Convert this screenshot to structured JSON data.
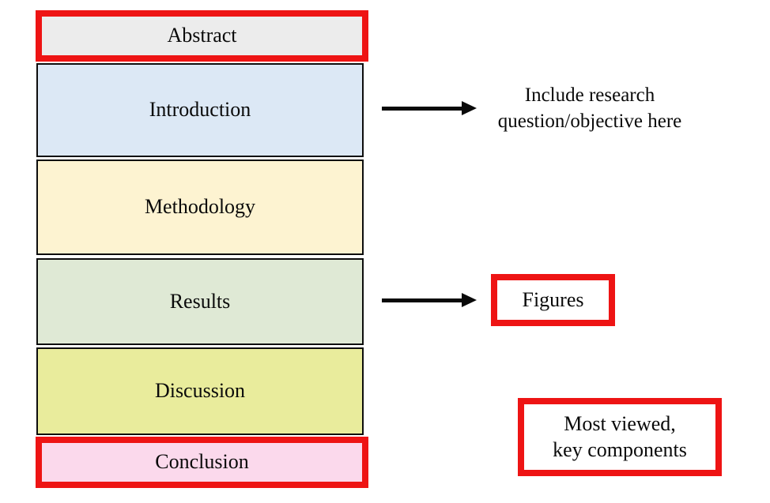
{
  "diagram": {
    "sections": [
      {
        "label": "Abstract",
        "bg": "#ececec",
        "highlighted": true
      },
      {
        "label": "Introduction",
        "bg": "#dce8f5",
        "highlighted": false
      },
      {
        "label": "Methodology",
        "bg": "#fdf3d1",
        "highlighted": false
      },
      {
        "label": "Results",
        "bg": "#dfe9d5",
        "highlighted": false
      },
      {
        "label": "Discussion",
        "bg": "#e9ec9c",
        "highlighted": false
      },
      {
        "label": "Conclusion",
        "bg": "#fbd9ec",
        "highlighted": true
      }
    ],
    "annotations": {
      "introduction_note": {
        "line1": "Include research",
        "line2": "question/objective here"
      },
      "figures_label": "Figures",
      "legend": {
        "line1": "Most viewed,",
        "line2": "key components"
      }
    },
    "colors": {
      "highlight_red": "#ee1414",
      "section_border_black": "#0d0d0d",
      "arrow_black": "#0a0a0a",
      "text_black": "#0a0a0a",
      "background_white": "#ffffff"
    }
  }
}
